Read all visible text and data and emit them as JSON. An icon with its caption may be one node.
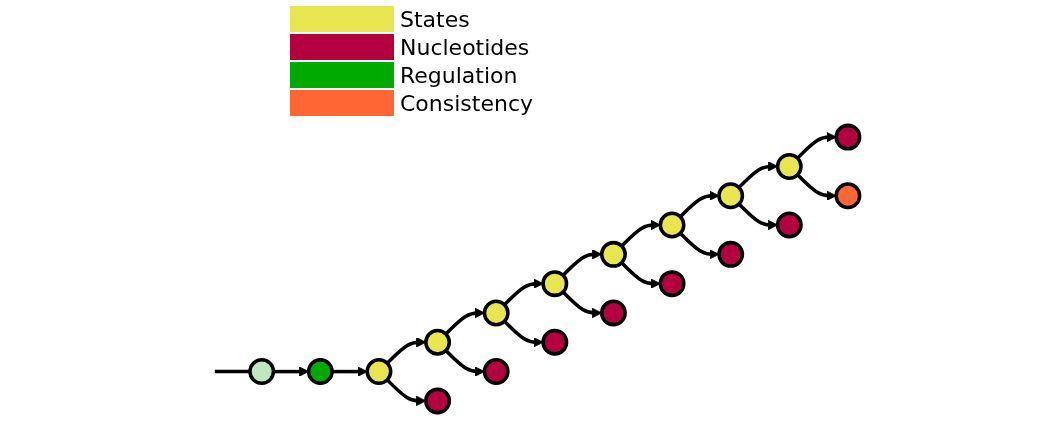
{
  "diagram": {
    "nodes": [
      {
        "text": [],
        "shape": "circle"
      },
      {
        "text": [],
        "shape": "circle"
      },
      {
        "text": [],
        "shape": "circle"
      },
      {
        "text": [],
        "shape": "circle"
      },
      {
        "text": [],
        "shape": "circle"
      },
      {
        "text": [],
        "shape": "circle"
      },
      {
        "text": [],
        "shape": "circle"
      },
      {
        "text": [],
        "shape": "circle"
      },
      {
        "text": [],
        "shape": "circle"
      },
      {
        "text": [],
        "shape": "circle"
      },
      {
        "text": [],
        "shape": "circle"
      },
      {
        "text": [],
        "shape": "circle"
      },
      {
        "text": [],
        "shape": "circle"
      },
      {
        "text": [],
        "shape": "circle"
      },
      {
        "text": [],
        "shape": "circle"
      },
      {
        "text": [],
        "shape": "circle"
      },
      {
        "text": [],
        "shape": "circle"
      },
      {
        "text": [],
        "shape": "circle"
      },
      {
        "text": [],
        "shape": "circle"
      }
    ],
    "edges": [
      {
        "from": null,
        "to": 0,
        "arrow": "none"
      },
      {
        "from": 0,
        "to": 1,
        "arrow": "to"
      },
      {
        "from": 1,
        "to": 2,
        "arrow": "to"
      },
      {
        "from": 2,
        "to": 3,
        "arrow": "to"
      },
      {
        "from": 3,
        "to": 4,
        "arrow": "to"
      },
      {
        "from": 4,
        "to": 5,
        "arrow": "to"
      },
      {
        "from": 5,
        "to": 6,
        "arrow": "to"
      },
      {
        "from": 6,
        "to": 7,
        "arrow": "to"
      },
      {
        "from": 7,
        "to": 8,
        "arrow": "to"
      },
      {
        "from": 8,
        "to": 9,
        "arrow": "to"
      },
      {
        "from": 2,
        "to": 10,
        "arrow": "to"
      },
      {
        "from": 3,
        "to": 11,
        "arrow": "to"
      },
      {
        "from": 4,
        "to": 12,
        "arrow": "to"
      },
      {
        "from": 5,
        "to": 13,
        "arrow": "to"
      },
      {
        "from": 6,
        "to": 14,
        "arrow": "to"
      },
      {
        "from": 7,
        "to": 15,
        "arrow": "to"
      },
      {
        "from": 8,
        "to": 16,
        "arrow": "to"
      },
      {
        "from": 9,
        "to": 17,
        "arrow": "to"
      },
      {
        "from": 9,
        "to": 18,
        "arrow": "to"
      }
    ],
    "legend": [
      {
        "text": "States",
        "color": "#e8e650"
      },
      {
        "text": "Nucleotides",
        "color": "#b5003f"
      },
      {
        "text": "Regulation",
        "color": "#00aa00"
      },
      {
        "text": "Consistency",
        "color": "#ff6633"
      }
    ]
  }
}
